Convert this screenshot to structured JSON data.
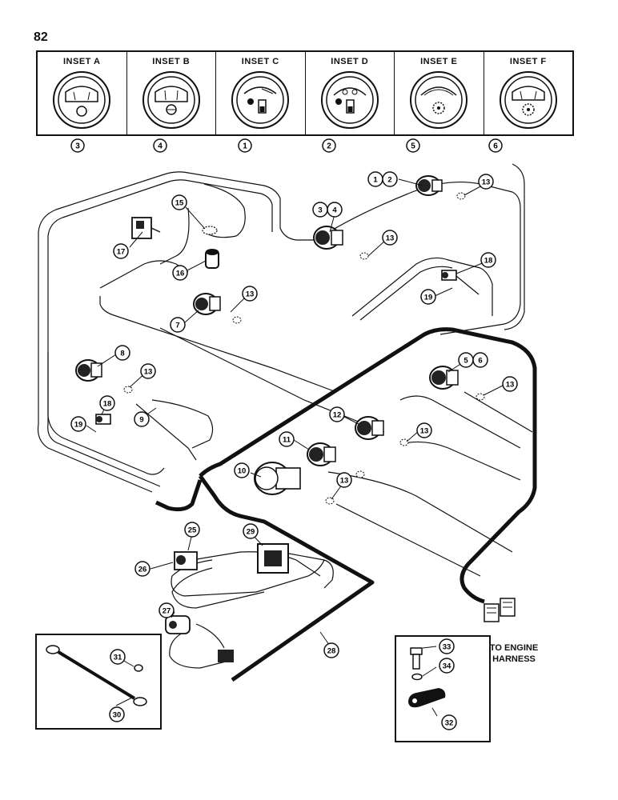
{
  "page_number": "82",
  "insets": [
    {
      "title": "INSET A",
      "ref": "3"
    },
    {
      "title": "INSET B",
      "ref": "4"
    },
    {
      "title": "INSET C",
      "ref": "1"
    },
    {
      "title": "INSET D",
      "ref": "2"
    },
    {
      "title": "INSET E",
      "ref": "5"
    },
    {
      "title": "INSET F",
      "ref": "6"
    }
  ],
  "callouts": [
    "1",
    "2",
    "3",
    "4",
    "15",
    "13",
    "17",
    "13",
    "16",
    "18",
    "13",
    "7",
    "19",
    "5",
    "6",
    "8",
    "13",
    "13",
    "18",
    "9",
    "19",
    "12",
    "13",
    "11",
    "10",
    "13",
    "25",
    "29",
    "26",
    "27",
    "28",
    "33",
    "31",
    "34",
    "30",
    "32"
  ],
  "note": {
    "line1": "TO ENGINE",
    "line2": "HARNESS"
  }
}
